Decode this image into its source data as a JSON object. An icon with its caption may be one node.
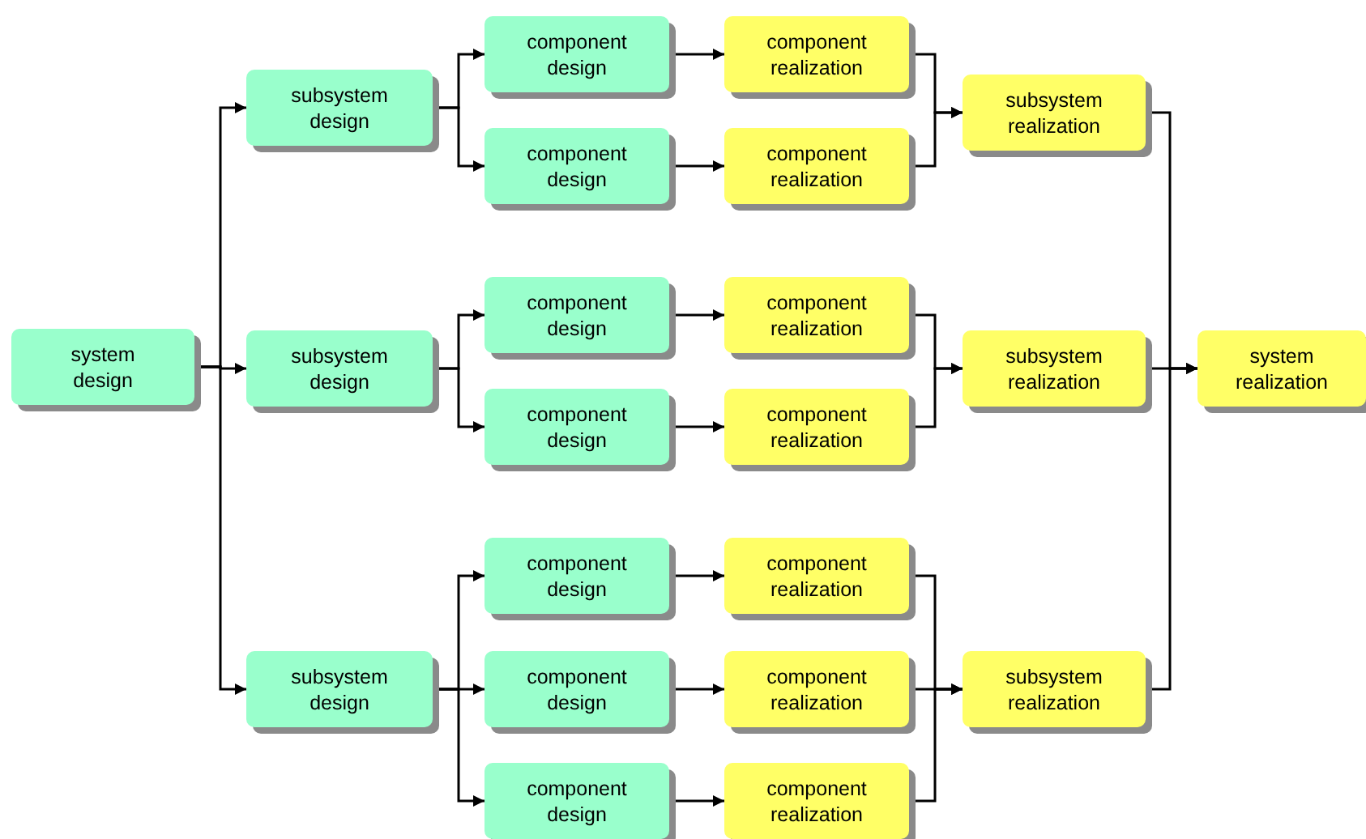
{
  "diagram": {
    "nodes": [
      {
        "text": [
          "system design"
        ]
      },
      {
        "text": [
          "subsystem design"
        ]
      },
      {
        "text": [
          "subsystem design"
        ]
      },
      {
        "text": [
          "subsystem design"
        ]
      },
      {
        "text": [
          "component design"
        ]
      },
      {
        "text": [
          "component design"
        ]
      },
      {
        "text": [
          "component design"
        ]
      },
      {
        "text": [
          "component design"
        ]
      },
      {
        "text": [
          "component design"
        ]
      },
      {
        "text": [
          "component design"
        ]
      },
      {
        "text": [
          "component design"
        ]
      },
      {
        "text": [
          "component realization"
        ]
      },
      {
        "text": [
          "component realization"
        ]
      },
      {
        "text": [
          "component realization"
        ]
      },
      {
        "text": [
          "component realization"
        ]
      },
      {
        "text": [
          "component realization"
        ]
      },
      {
        "text": [
          "component realization"
        ]
      },
      {
        "text": [
          "component realization"
        ]
      },
      {
        "text": [
          "subsystem realization"
        ]
      },
      {
        "text": [
          "subsystem realization"
        ]
      },
      {
        "text": [
          "subsystem realization"
        ]
      },
      {
        "text": [
          "system realization"
        ]
      }
    ],
    "edges": [
      {
        "from": 0,
        "to": 1,
        "arrow": "to"
      },
      {
        "from": 0,
        "to": 2,
        "arrow": "to"
      },
      {
        "from": 0,
        "to": 3,
        "arrow": "to"
      },
      {
        "from": 1,
        "to": 4,
        "arrow": "to"
      },
      {
        "from": 1,
        "to": 5,
        "arrow": "to"
      },
      {
        "from": 2,
        "to": 6,
        "arrow": "to"
      },
      {
        "from": 2,
        "to": 7,
        "arrow": "to"
      },
      {
        "from": 3,
        "to": 8,
        "arrow": "to"
      },
      {
        "from": 3,
        "to": 9,
        "arrow": "to"
      },
      {
        "from": 3,
        "to": 10,
        "arrow": "to"
      },
      {
        "from": 4,
        "to": 11,
        "arrow": "to"
      },
      {
        "from": 5,
        "to": 12,
        "arrow": "to"
      },
      {
        "from": 6,
        "to": 13,
        "arrow": "to"
      },
      {
        "from": 7,
        "to": 14,
        "arrow": "to"
      },
      {
        "from": 8,
        "to": 15,
        "arrow": "to"
      },
      {
        "from": 9,
        "to": 16,
        "arrow": "to"
      },
      {
        "from": 10,
        "to": 17,
        "arrow": "to"
      },
      {
        "from": 11,
        "to": 18,
        "arrow": "to"
      },
      {
        "from": 12,
        "to": 18,
        "arrow": "to"
      },
      {
        "from": 13,
        "to": 19,
        "arrow": "to"
      },
      {
        "from": 14,
        "to": 19,
        "arrow": "to"
      },
      {
        "from": 15,
        "to": 20,
        "arrow": "to"
      },
      {
        "from": 16,
        "to": 20,
        "arrow": "to"
      },
      {
        "from": 17,
        "to": 20,
        "arrow": "to"
      },
      {
        "from": 18,
        "to": 21,
        "arrow": "to"
      },
      {
        "from": 19,
        "to": 21,
        "arrow": "to"
      },
      {
        "from": 20,
        "to": 21,
        "arrow": "to"
      }
    ]
  }
}
